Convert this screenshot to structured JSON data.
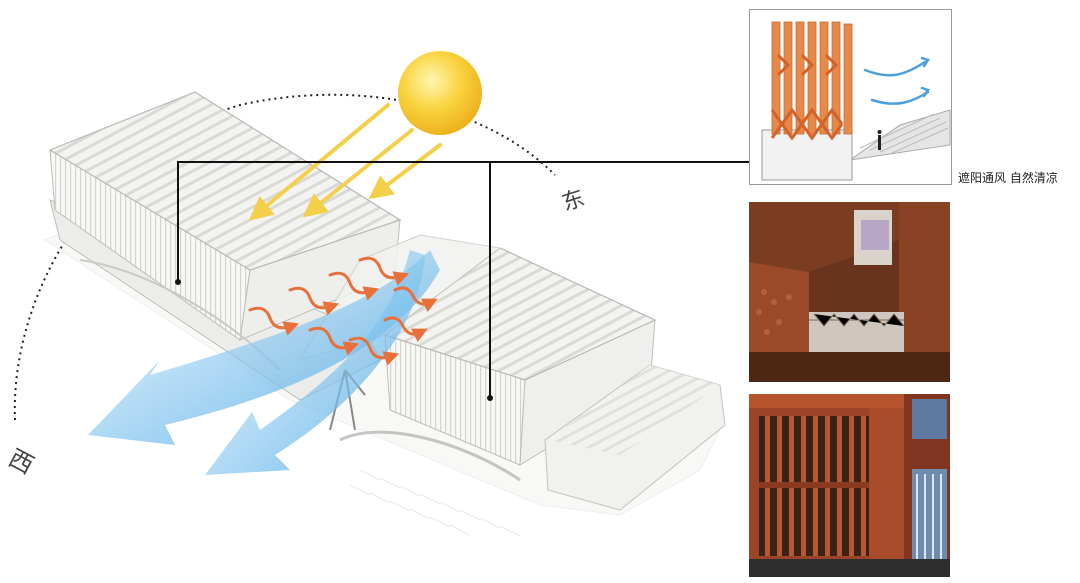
{
  "labels": {
    "east": "东",
    "west": "西",
    "caption": "遮阳通风 自然清凉"
  },
  "colors": {
    "sun": "#f6c630",
    "sun_ray": "#f3cf4a",
    "wind_warm": "#e8703a",
    "wind_cool": "#5eb3e8",
    "leader_line": "#111111",
    "terracotta": "#b5532e"
  },
  "icons": [
    "sun-icon",
    "wind-arrow-icon"
  ]
}
